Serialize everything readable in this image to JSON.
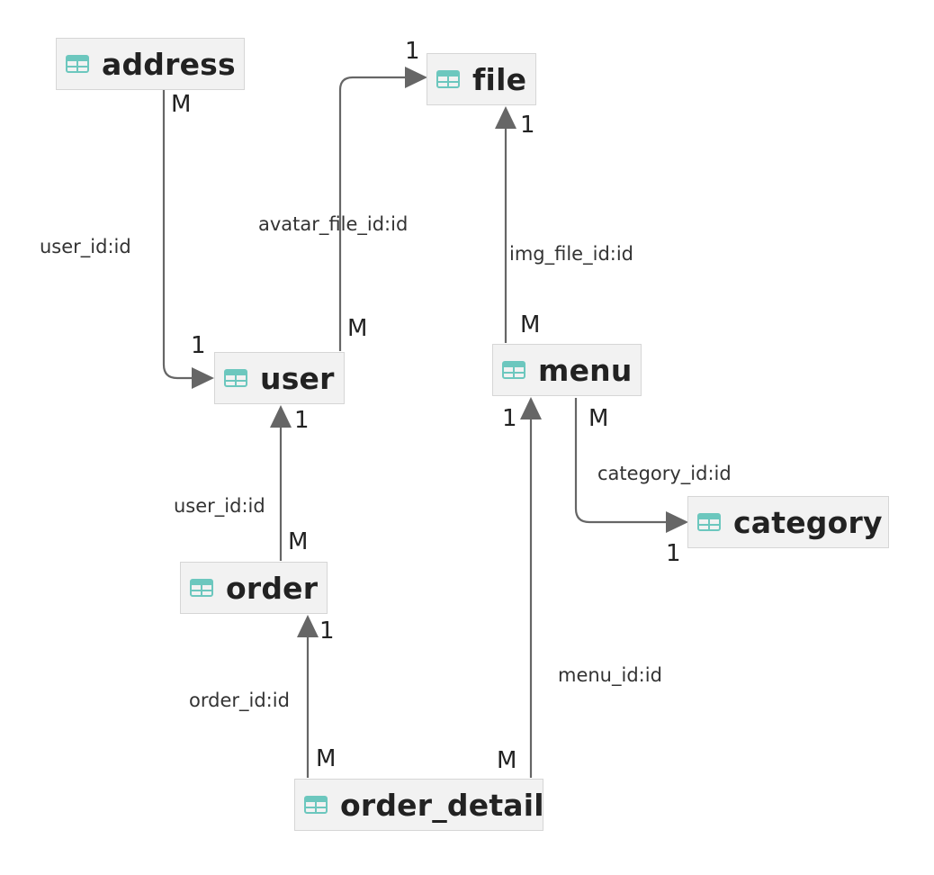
{
  "colors": {
    "entity_fill": "#f2f2f2",
    "entity_border": "#d6d6d6",
    "table_icon": "#6cc7be",
    "edge": "#666666",
    "text": "#222222"
  },
  "entities": {
    "address": {
      "name": "address",
      "icon": "table-icon"
    },
    "file": {
      "name": "file",
      "icon": "table-icon"
    },
    "user": {
      "name": "user",
      "icon": "table-icon"
    },
    "menu": {
      "name": "menu",
      "icon": "table-icon"
    },
    "category": {
      "name": "category",
      "icon": "table-icon"
    },
    "order": {
      "name": "order",
      "icon": "table-icon"
    },
    "order_detail": {
      "name": "order_detail",
      "icon": "table-icon"
    }
  },
  "relations": {
    "address_user": {
      "from": "address",
      "to": "user",
      "label": "user_id:id",
      "from_card": "M",
      "to_card": "1"
    },
    "user_file": {
      "from": "user",
      "to": "file",
      "label": "avatar_file_id:id",
      "from_card": "M",
      "to_card": "1"
    },
    "menu_file": {
      "from": "menu",
      "to": "file",
      "label": "img_file_id:id",
      "from_card": "M",
      "to_card": "1"
    },
    "order_user": {
      "from": "order",
      "to": "user",
      "label": "user_id:id",
      "from_card": "M",
      "to_card": "1"
    },
    "menu_category": {
      "from": "menu",
      "to": "category",
      "label": "category_id:id",
      "from_card": "M",
      "to_card": "1"
    },
    "detail_order": {
      "from": "order_detail",
      "to": "order",
      "label": "order_id:id",
      "from_card": "M",
      "to_card": "1"
    },
    "detail_menu": {
      "from": "order_detail",
      "to": "menu",
      "label": "menu_id:id",
      "from_card": "M",
      "to_card": "1"
    }
  }
}
